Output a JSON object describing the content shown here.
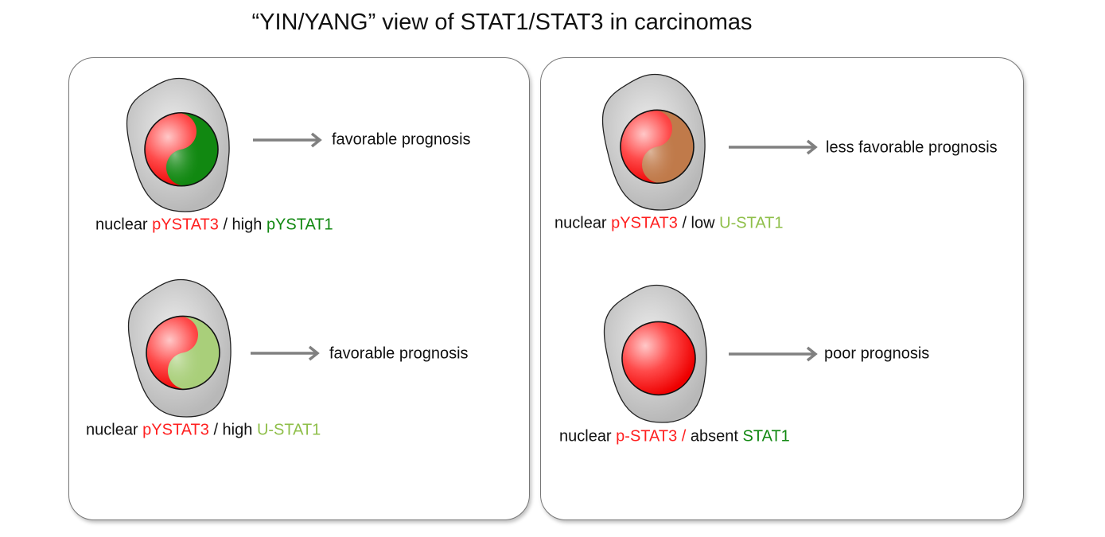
{
  "title": "“YIN/YANG” view of STAT1/STAT3 in carcinomas",
  "colors": {
    "red": "#ff2a2a",
    "dark_green": "#118811",
    "light_green": "#a9cf7a",
    "brown": "#c07a4a",
    "cell": "#c8c8c8"
  },
  "cases": [
    {
      "outcome": "favorable prognosis",
      "label": {
        "prefix": "nuclear ",
        "a": "pYSTAT3",
        "mid": " / high ",
        "b": "pYSTAT1"
      },
      "second_color": "dark_green"
    },
    {
      "outcome": "favorable prognosis",
      "label": {
        "prefix": "nuclear ",
        "a": "pYSTAT3",
        "mid": " / high ",
        "b": "U-STAT1"
      },
      "second_color": "light_green"
    },
    {
      "outcome": "less favorable prognosis",
      "label": {
        "prefix": "nuclear ",
        "a": "pYSTAT3",
        "mid": " / low ",
        "b": "U-STAT1"
      },
      "second_color": "brown"
    },
    {
      "outcome": "poor prognosis",
      "label": {
        "prefix": "nuclear ",
        "a": "p-STAT3",
        "slash": " /",
        "mid": " absent ",
        "b": "STAT1"
      },
      "second_color": "none"
    }
  ]
}
